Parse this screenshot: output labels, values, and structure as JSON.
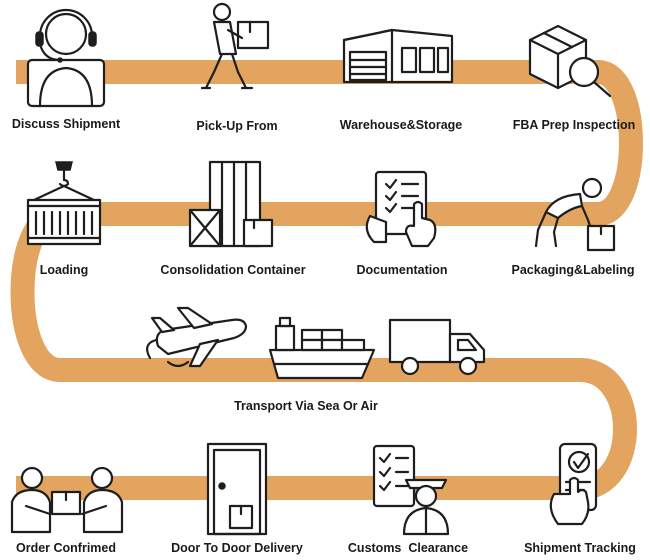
{
  "path_color": "#E2A45E",
  "steps": [
    {
      "label": "Discuss Shipment",
      "icon": "headset-operator-icon"
    },
    {
      "label": "Pick-Up From",
      "icon": "person-carrying-box-icon"
    },
    {
      "label": "Warehouse&Storage",
      "icon": "warehouse-icon"
    },
    {
      "label": "FBA Prep Inspection",
      "icon": "box-magnifier-icon"
    },
    {
      "label": "Loading",
      "icon": "container-crane-icon"
    },
    {
      "label": "Consolidation Container",
      "icon": "open-container-boxes-icon"
    },
    {
      "label": "Documentation",
      "icon": "clipboard-checklist-icon"
    },
    {
      "label": "Packaging&Labeling",
      "icon": "person-packing-box-icon"
    },
    {
      "label": "Transport Via Sea Or Air",
      "icon": "plane-ship-truck-icon"
    },
    {
      "label": "Shipment Tracking",
      "icon": "phone-tracking-icon"
    },
    {
      "label": "Customs  Clearance",
      "icon": "customs-officer-checklist-icon"
    },
    {
      "label": "Door To Door Delivery",
      "icon": "door-package-icon"
    },
    {
      "label": "Order Confrimed",
      "icon": "people-handover-icon"
    }
  ]
}
